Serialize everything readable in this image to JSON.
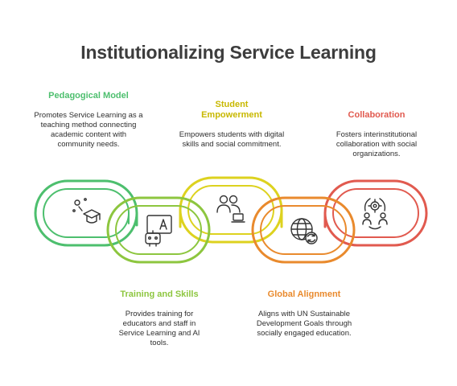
{
  "title": "Institutionalizing Service Learning",
  "items": [
    {
      "label": "Pedagogical Model",
      "color": "#4dbf6e",
      "text": "Promotes Service Learning as a teaching method connecting academic content with community needs.",
      "icon": "teaching-method-icon"
    },
    {
      "label": "Training and Skills",
      "color": "#8dc63f",
      "text": "Provides training for educators and staff in Service Learning and AI tools.",
      "icon": "robot-whiteboard-icon"
    },
    {
      "label": "Student Empowerment",
      "color": "#ddd21f",
      "text": "Empowers students with digital skills and social commitment.",
      "icon": "students-laptop-icon"
    },
    {
      "label": "Global Alignment",
      "color": "#e98a2d",
      "text": "Aligns with UN Sustainable Development Goals through socially engaged education.",
      "icon": "globe-sync-icon"
    },
    {
      "label": "Collaboration",
      "color": "#e15a4f",
      "text": "Fosters interinstitutional collaboration with social organizations.",
      "icon": "team-gear-icon"
    }
  ]
}
